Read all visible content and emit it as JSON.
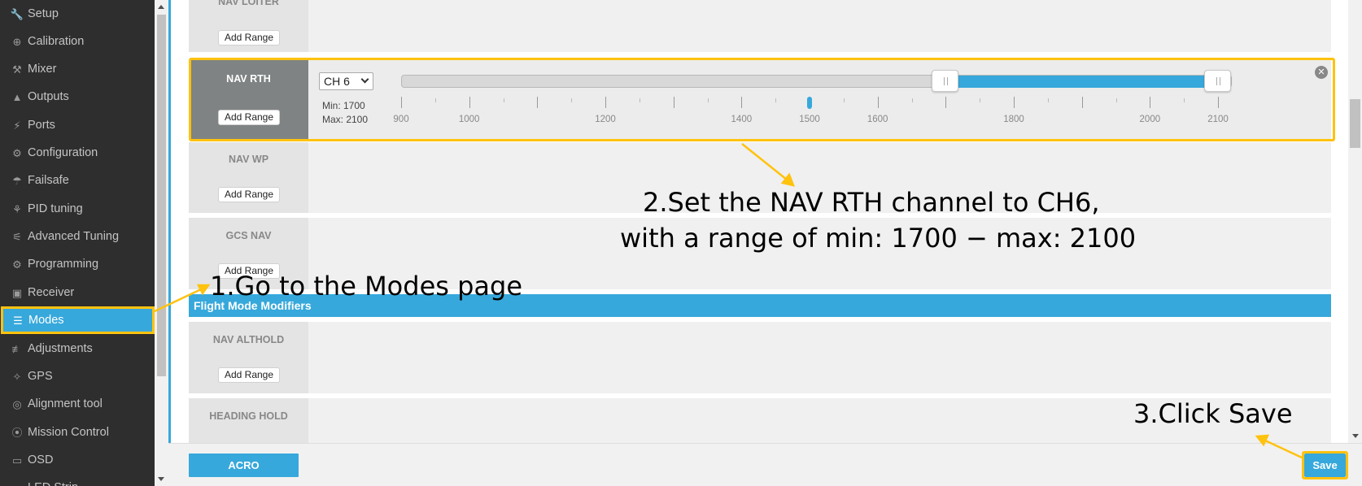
{
  "sidebar": {
    "items": [
      {
        "label": "Setup",
        "icon": "wrench-icon",
        "glyph": "🔧"
      },
      {
        "label": "Calibration",
        "icon": "crosshair-icon",
        "glyph": "⊕"
      },
      {
        "label": "Mixer",
        "icon": "mixer-icon",
        "glyph": "⚒"
      },
      {
        "label": "Outputs",
        "icon": "motor-icon",
        "glyph": "▲"
      },
      {
        "label": "Ports",
        "icon": "plug-icon",
        "glyph": "⚡"
      },
      {
        "label": "Configuration",
        "icon": "gear-icon",
        "glyph": "⚙"
      },
      {
        "label": "Failsafe",
        "icon": "parachute-icon",
        "glyph": "☂"
      },
      {
        "label": "PID tuning",
        "icon": "tree-icon",
        "glyph": "⚘"
      },
      {
        "label": "Advanced Tuning",
        "icon": "tuning-icon",
        "glyph": "⚟"
      },
      {
        "label": "Programming",
        "icon": "gear-icon",
        "glyph": "⚙"
      },
      {
        "label": "Receiver",
        "icon": "receiver-icon",
        "glyph": "▣"
      },
      {
        "label": "Modes",
        "icon": "toggle-icon",
        "glyph": "☰"
      },
      {
        "label": "Adjustments",
        "icon": "sliders-icon",
        "glyph": "≢"
      },
      {
        "label": "GPS",
        "icon": "satellite-icon",
        "glyph": "✧"
      },
      {
        "label": "Alignment tool",
        "icon": "compass-icon",
        "glyph": "◎"
      },
      {
        "label": "Mission Control",
        "icon": "map-pin-icon",
        "glyph": "⦿"
      },
      {
        "label": "OSD",
        "icon": "osd-icon",
        "glyph": "▭"
      },
      {
        "label": "LED Strip",
        "icon": "led-icon",
        "glyph": "▭"
      }
    ],
    "active": "Modes"
  },
  "modes": {
    "nav_loiter": {
      "name": "NAV LOITER",
      "add_range": "Add Range"
    },
    "nav_rth": {
      "name": "NAV RTH",
      "add_range": "Add Range",
      "channel": "CH 6",
      "min_label": "Min: 1700",
      "max_label": "Max: 2100",
      "range_min": 1700,
      "range_max": 2100,
      "current_value": 1500,
      "ticks": [
        "900",
        "1000",
        "1200",
        "1400",
        "1500",
        "1600",
        "1800",
        "2000",
        "2100"
      ]
    },
    "nav_wp": {
      "name": "NAV WP",
      "add_range": "Add Range"
    },
    "gcs_nav": {
      "name": "GCS NAV",
      "add_range": "Add Range"
    },
    "section_title": "Flight Mode Modifiers",
    "nav_althold": {
      "name": "NAV ALTHOLD",
      "add_range": "Add Range"
    },
    "heading_hold": {
      "name": "HEADING HOLD"
    }
  },
  "annotations": {
    "step1": "1.Go to the Modes page",
    "step2_line1": "2.Set the NAV RTH channel to CH6,",
    "step2_line2": "with a range of min: 1700 − max: 2100",
    "step3": "3.Click Save"
  },
  "footer": {
    "acro_label": "ACRO",
    "save_label": "Save"
  },
  "colors": {
    "accent": "#37a8db",
    "highlight": "#ffc20e",
    "sidebar_bg": "#2e2e2e"
  }
}
